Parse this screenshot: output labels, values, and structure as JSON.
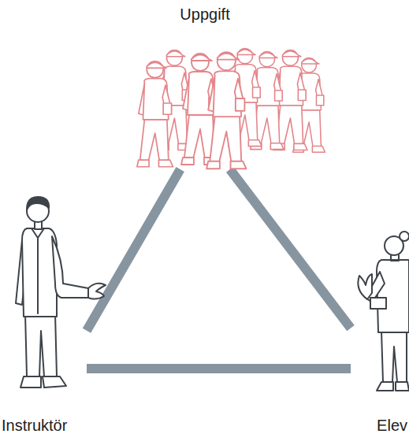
{
  "diagram": {
    "nodes": [
      {
        "text": [
          "Uppgift"
        ]
      },
      {
        "text": [
          "Instruktör"
        ]
      },
      {
        "text": [
          "Elev"
        ]
      }
    ],
    "edges": [
      {
        "from": 0,
        "to": 1,
        "arrow": "none"
      },
      {
        "from": 1,
        "to": 2,
        "arrow": "none"
      },
      {
        "from": 2,
        "to": 0,
        "arrow": "none"
      }
    ]
  }
}
